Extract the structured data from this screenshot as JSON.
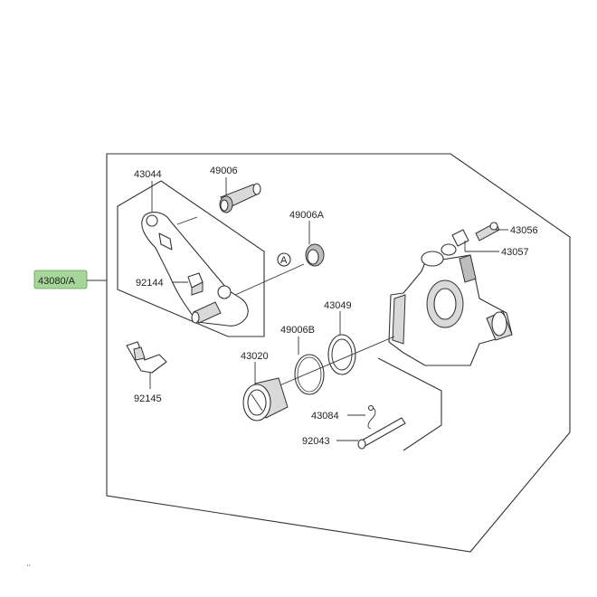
{
  "assembly": {
    "label": "43080/A",
    "highlight_color": "#a6d69a"
  },
  "callout": {
    "label": "A"
  },
  "parts": [
    {
      "id": "p43044",
      "label": "43044"
    },
    {
      "id": "p49006",
      "label": "49006"
    },
    {
      "id": "p49006A",
      "label": "49006A"
    },
    {
      "id": "p92144",
      "label": "92144"
    },
    {
      "id": "p43056",
      "label": "43056"
    },
    {
      "id": "p43057",
      "label": "43057"
    },
    {
      "id": "p43049",
      "label": "43049"
    },
    {
      "id": "p49006B",
      "label": "49006B"
    },
    {
      "id": "p43020",
      "label": "43020"
    },
    {
      "id": "p92145",
      "label": "92145"
    },
    {
      "id": "p43084",
      "label": "43084"
    },
    {
      "id": "p92043",
      "label": "92043"
    }
  ],
  "footer_mark": "¨"
}
